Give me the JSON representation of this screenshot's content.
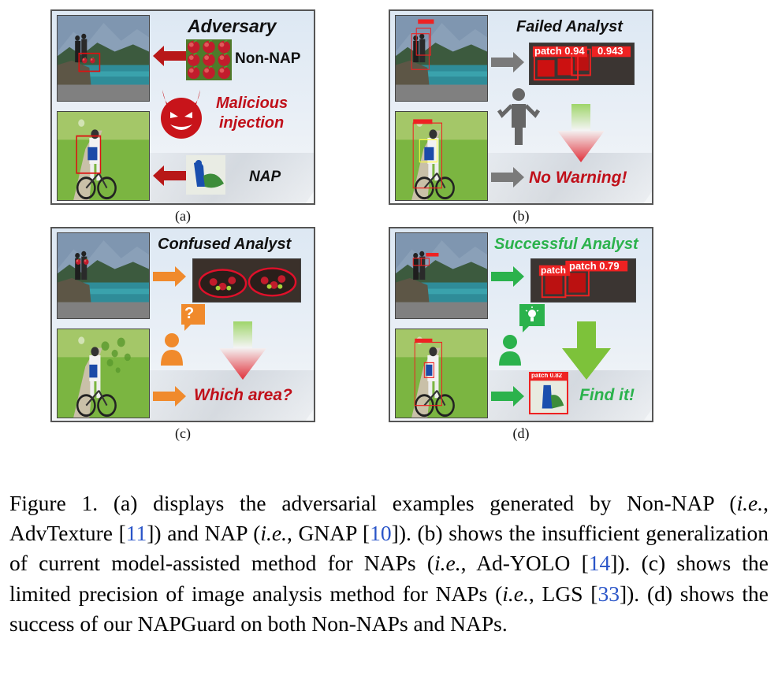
{
  "figure": {
    "panels": {
      "a": {
        "title": "Adversary",
        "label_non_nap": "Non-NAP",
        "label_malicious": "Malicious",
        "label_injection": "injection",
        "label_nap": "NAP",
        "sublabel": "(a)"
      },
      "b": {
        "title": "Failed Analyst",
        "detect_label": "patch 0.94",
        "detect_label_2": "0.943",
        "warning": "No Warning!",
        "sublabel": "(b)"
      },
      "c": {
        "title": "Confused Analyst",
        "question_mark": "?",
        "which_area": "Which area?",
        "sublabel": "(c)"
      },
      "d": {
        "title": "Successful Analyst",
        "detect_label": "patch",
        "detect_label_2": "patch 0.79",
        "small_patch": "patch 0.82",
        "find_it": "Find it!",
        "sublabel": "(d)"
      }
    },
    "colors": {
      "red_text": "#c0101a",
      "orange": "#f08a2c",
      "green": "#2bb24c",
      "gray_arrow": "#7a7a7a",
      "dark_red_arrow": "#b81818"
    }
  },
  "caption": {
    "p1": "Figure 1. (a) displays the adversarial examples generated by Non-NAP (",
    "ie1": "i.e.",
    "p2": ", AdvTexture [",
    "r1": "11",
    "p3": "]) and NAP (",
    "ie2": "i.e.",
    "p4": ", GNAP [",
    "r2": "10",
    "p5": "]). (b) shows the insufficient generalization of current model-assisted method for NAPs (",
    "ie3": "i.e.",
    "p6": ", Ad-YOLO [",
    "r3": "14",
    "p7": "]). (c) shows the limited precision of image analysis method for NAPs (",
    "ie4": "i.e.",
    "p8": ", LGS [",
    "r4": "33",
    "p9": "]). (d) shows the success of our NAPGuard on both Non-NAPs and NAPs."
  }
}
